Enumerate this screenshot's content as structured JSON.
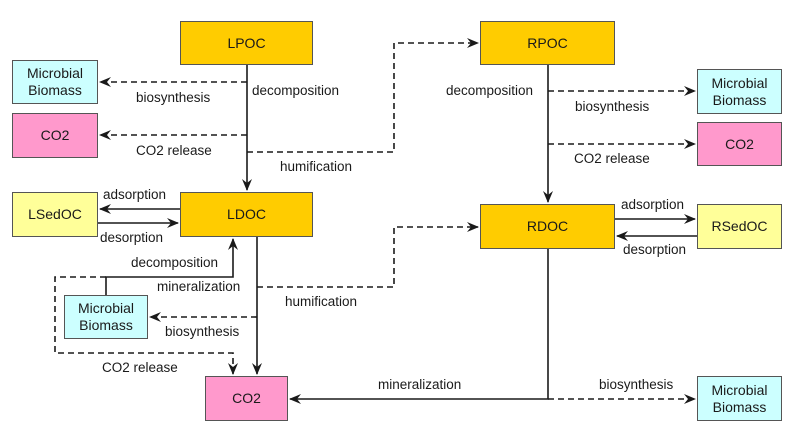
{
  "diagram": {
    "colors": {
      "pool": "#ffcc00",
      "microbial_biomass": "#ccffff",
      "co2": "#ff99cc",
      "sediment": "#ffff99",
      "stroke": "#1a1a1a"
    },
    "nodes": {
      "lpoc": "LPOC",
      "ldoc": "LDOC",
      "rpoc": "RPOC",
      "rdoc": "RDOC",
      "lsedoc": "LSedOC",
      "rsedoc": "RSedOC",
      "mb_left_top": "Microbial Biomass",
      "co2_left_top": "CO2",
      "mb_right_top": "Microbial Biomass",
      "co2_right_top": "CO2",
      "mb_middle": "Microbial Biomass",
      "co2_bottom": "CO2",
      "mb_bottom_right": "Microbial Biomass"
    },
    "labels": {
      "lpoc_decomposition": "decomposition",
      "lpoc_biosynthesis": "biosynthesis",
      "lpoc_co2_release": "CO2 release",
      "lpoc_humification": "humification",
      "rpoc_decomposition": "decomposition",
      "rpoc_biosynthesis": "biosynthesis",
      "rpoc_co2_release": "CO2 release",
      "ldoc_adsorption": "adsorption",
      "ldoc_desorption": "desorption",
      "ldoc_decomposition": "decomposition",
      "ldoc_mineralization": "mineralization",
      "ldoc_humification": "humification",
      "ldoc_biosynthesis": "biosynthesis",
      "ldoc_co2_release": "CO2 release",
      "rdoc_adsorption": "adsorption",
      "rdoc_desorption": "desorption",
      "rdoc_mineralization": "mineralization",
      "rdoc_biosynthesis": "biosynthesis"
    },
    "edges": [
      {
        "from": "LPOC",
        "to": "LDOC",
        "label": "decomposition",
        "style": "solid"
      },
      {
        "from": "LPOC",
        "to": "Microbial Biomass",
        "label": "biosynthesis",
        "style": "dashed"
      },
      {
        "from": "LPOC",
        "to": "CO2",
        "label": "CO2 release",
        "style": "dashed"
      },
      {
        "from": "LPOC",
        "to": "RPOC",
        "label": "humification",
        "style": "dashed"
      },
      {
        "from": "RPOC",
        "to": "RDOC",
        "label": "decomposition",
        "style": "solid"
      },
      {
        "from": "RPOC",
        "to": "Microbial Biomass",
        "label": "biosynthesis",
        "style": "dashed"
      },
      {
        "from": "RPOC",
        "to": "CO2",
        "label": "CO2 release",
        "style": "dashed"
      },
      {
        "from": "LDOC",
        "to": "LSedOC",
        "label": "adsorption",
        "style": "solid"
      },
      {
        "from": "LSedOC",
        "to": "LDOC",
        "label": "desorption",
        "style": "solid"
      },
      {
        "from": "Microbial Biomass",
        "to": "LDOC",
        "label": "decomposition",
        "style": "solid"
      },
      {
        "from": "LDOC",
        "to": "CO2",
        "label": "mineralization",
        "style": "solid"
      },
      {
        "from": "LDOC",
        "to": "RDOC",
        "label": "humification",
        "style": "dashed"
      },
      {
        "from": "LDOC",
        "to": "Microbial Biomass",
        "label": "biosynthesis",
        "style": "dashed"
      },
      {
        "from": "Microbial Biomass",
        "to": "CO2",
        "label": "CO2 release",
        "style": "dashed"
      },
      {
        "from": "RDOC",
        "to": "RSedOC",
        "label": "adsorption",
        "style": "solid"
      },
      {
        "from": "RSedOC",
        "to": "RDOC",
        "label": "desorption",
        "style": "solid"
      },
      {
        "from": "RDOC",
        "to": "CO2",
        "label": "mineralization",
        "style": "solid"
      },
      {
        "from": "RDOC",
        "to": "Microbial Biomass",
        "label": "biosynthesis",
        "style": "dashed"
      }
    ]
  }
}
